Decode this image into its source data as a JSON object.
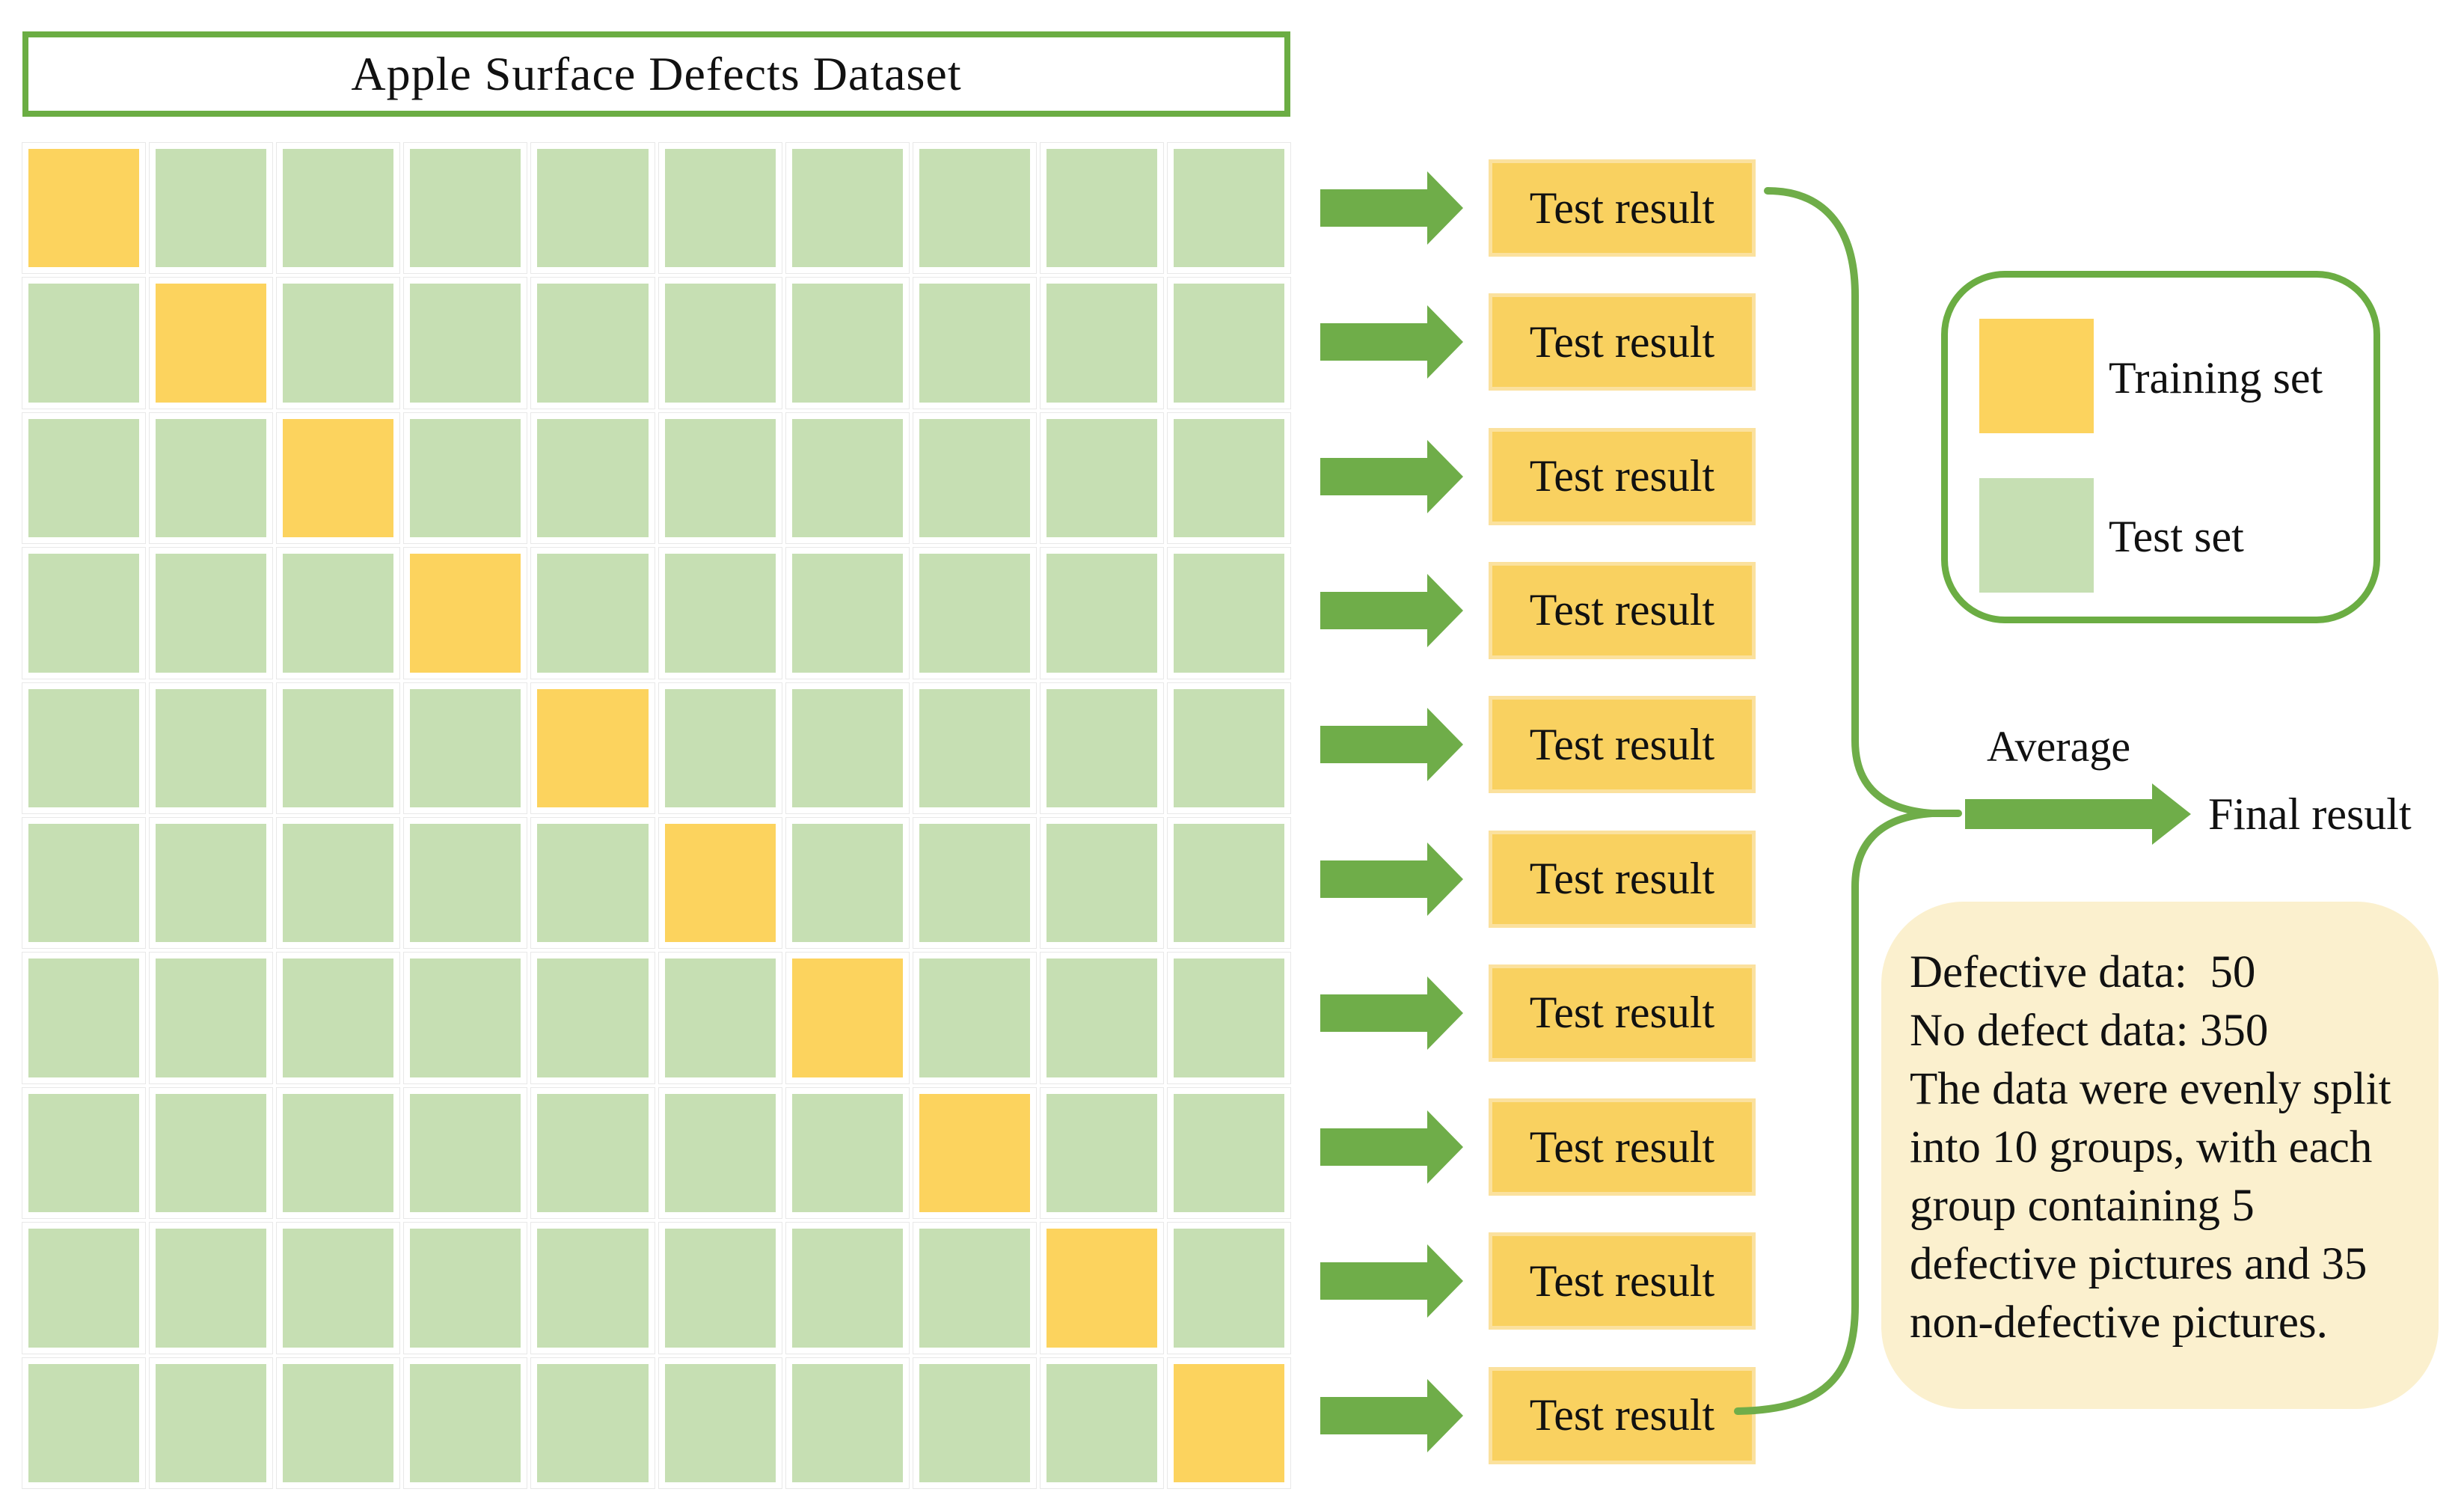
{
  "title": "Apple Surface Defects Dataset",
  "grid": {
    "rows": 10,
    "cols": 10,
    "pattern": "diagonal-training-cell-per-row"
  },
  "test_results": {
    "label": "Test result",
    "count": 10
  },
  "average": {
    "label": "Average"
  },
  "final": {
    "label": "Final result"
  },
  "legend": {
    "training_label": "Training set",
    "test_label": "Test set"
  },
  "info_box": {
    "lines": [
      "Defective data:  50",
      "No defect data: 350",
      "The data were evenly split",
      "into 10 groups, with each",
      "group containing 5",
      "defective pictures and 35",
      "non-defective pictures."
    ]
  },
  "colors": {
    "training_fill": "#FCD35E",
    "test_fill": "#C6DFB3",
    "arrow_green": "#6FAD49",
    "border_green": "#6BAD43",
    "test_box_fill": "#F9D160",
    "test_box_border": "#FBE19E",
    "info_bg": "#FBF0CE"
  }
}
